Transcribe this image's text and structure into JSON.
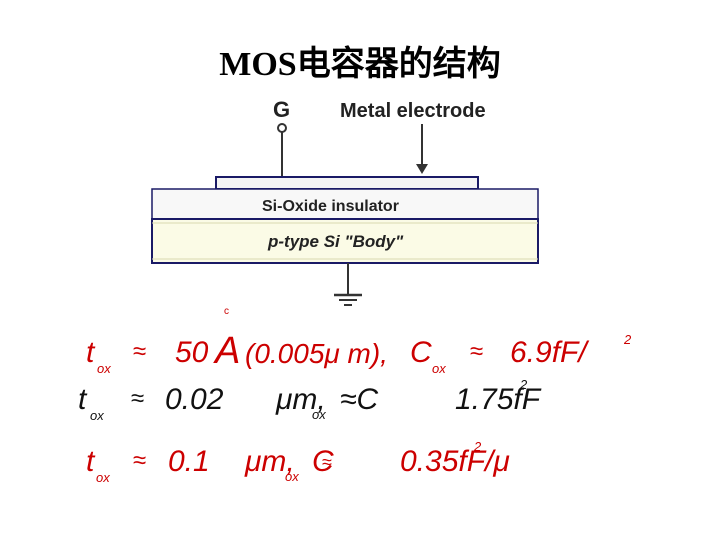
{
  "title": "MOS电容器的结构",
  "diagram": {
    "gate_label": "G",
    "metal_label": "Metal electrode",
    "oxide_label": "Si-Oxide insulator",
    "body_label": "p-type Si \"Body\"",
    "stray_mark": "c",
    "colors": {
      "red_text": "#cc0000",
      "metal_fill": "#f4f4f4",
      "body_fill": "#fbfbe6",
      "outline": "#1a1a66"
    }
  },
  "equations": {
    "row1": {
      "t": "t",
      "ox": "ox",
      "approx": "≈",
      "val": "50",
      "A": "A",
      "rest": "(0.005μ m),",
      "C": "C",
      "ox2": "ox",
      "approx2": "≈",
      "cval": "6.9fF/",
      "sup": "2"
    },
    "row2": {
      "t": "t",
      "ox": "ox",
      "approx": "≈",
      "val": "0.02",
      "um": "μm,",
      "ox_small": "ox",
      "approxC": "≈C",
      "cval": "1.75fF",
      "sup": "2"
    },
    "row3": {
      "t": "t",
      "ox": "ox",
      "approx": "≈",
      "val": "0.1",
      "um": "μm,",
      "ox_small": "ox",
      "C": "C",
      "approxC": "≈",
      "cval": "0.35fF/μ",
      "sup": "2"
    }
  }
}
